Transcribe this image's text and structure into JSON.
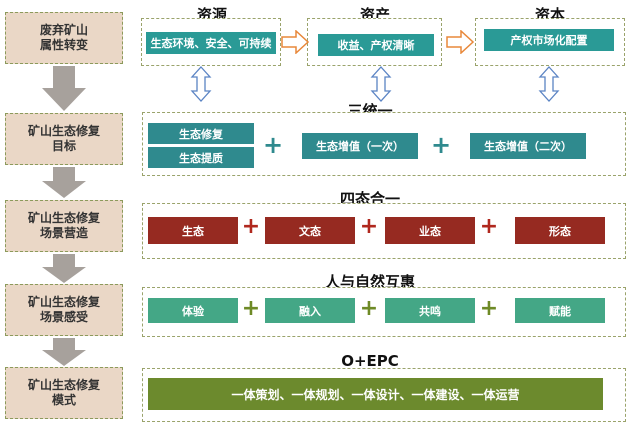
{
  "left_labels": [
    "废弃矿山\n属性转变",
    "矿山生态修复\n目标",
    "矿山生态修复\n场景营造",
    "矿山生态修复\n场景感受",
    "矿山生态修复\n模式"
  ],
  "row1": {
    "headers": [
      "资源",
      "资产",
      "资本"
    ],
    "boxes": [
      "生态环境、安全、可持续",
      "收益、产权清晰",
      "产权市场化配置"
    ]
  },
  "row2": {
    "header": "三统一",
    "boxes": [
      "生态修复",
      "生态提质",
      "生态增值（一次）",
      "生态增值（二次）"
    ],
    "plus": "+"
  },
  "row3": {
    "header": "四态合一",
    "boxes": [
      "生态",
      "文态",
      "业态",
      "形态"
    ],
    "plus": "+"
  },
  "row4": {
    "header": "人与自然互惠",
    "boxes": [
      "体验",
      "融入",
      "共鸣",
      "赋能"
    ],
    "plus": "+"
  },
  "row5": {
    "header": "O+EPC",
    "box": "一体策划、一体规划、一体设计、一体建设、一体运营"
  },
  "colors": {
    "label_bg": "#ead7c6",
    "teal": "#2f8a8e",
    "brick": "#962a21",
    "sea": "#44a786",
    "olive": "#6c8a2d",
    "arrow_orange": "#e8883a",
    "arrow_blue": "#5b84c4",
    "down_arrow": "#a7a19c"
  }
}
